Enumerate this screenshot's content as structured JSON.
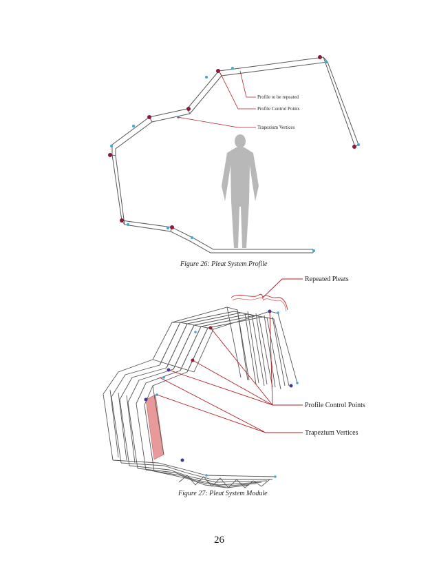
{
  "figure26": {
    "caption": "Figure 26: Pleat System Profile",
    "annotations": {
      "profile_repeated": "Profile to be repeated",
      "profile_control_points": "Profile Control Points",
      "trapezium_vertices": "Trapezium Vertices"
    }
  },
  "figure27": {
    "caption": "Figure 27: Pleat System Module",
    "annotations": {
      "repeated_pleats": "Repeated Pleats",
      "profile_control_points": "Profile Control Points",
      "trapezium_vertices": "Trapezium Vertices"
    }
  },
  "page_number": "26",
  "colors": {
    "structure": "#555555",
    "leader_line": "#b01e23",
    "control_point": "#8b1a3a",
    "vertex": "#3fa9d6",
    "highlight_panel": "#e89a9a",
    "human_silhouette": "#b8b8b8"
  }
}
